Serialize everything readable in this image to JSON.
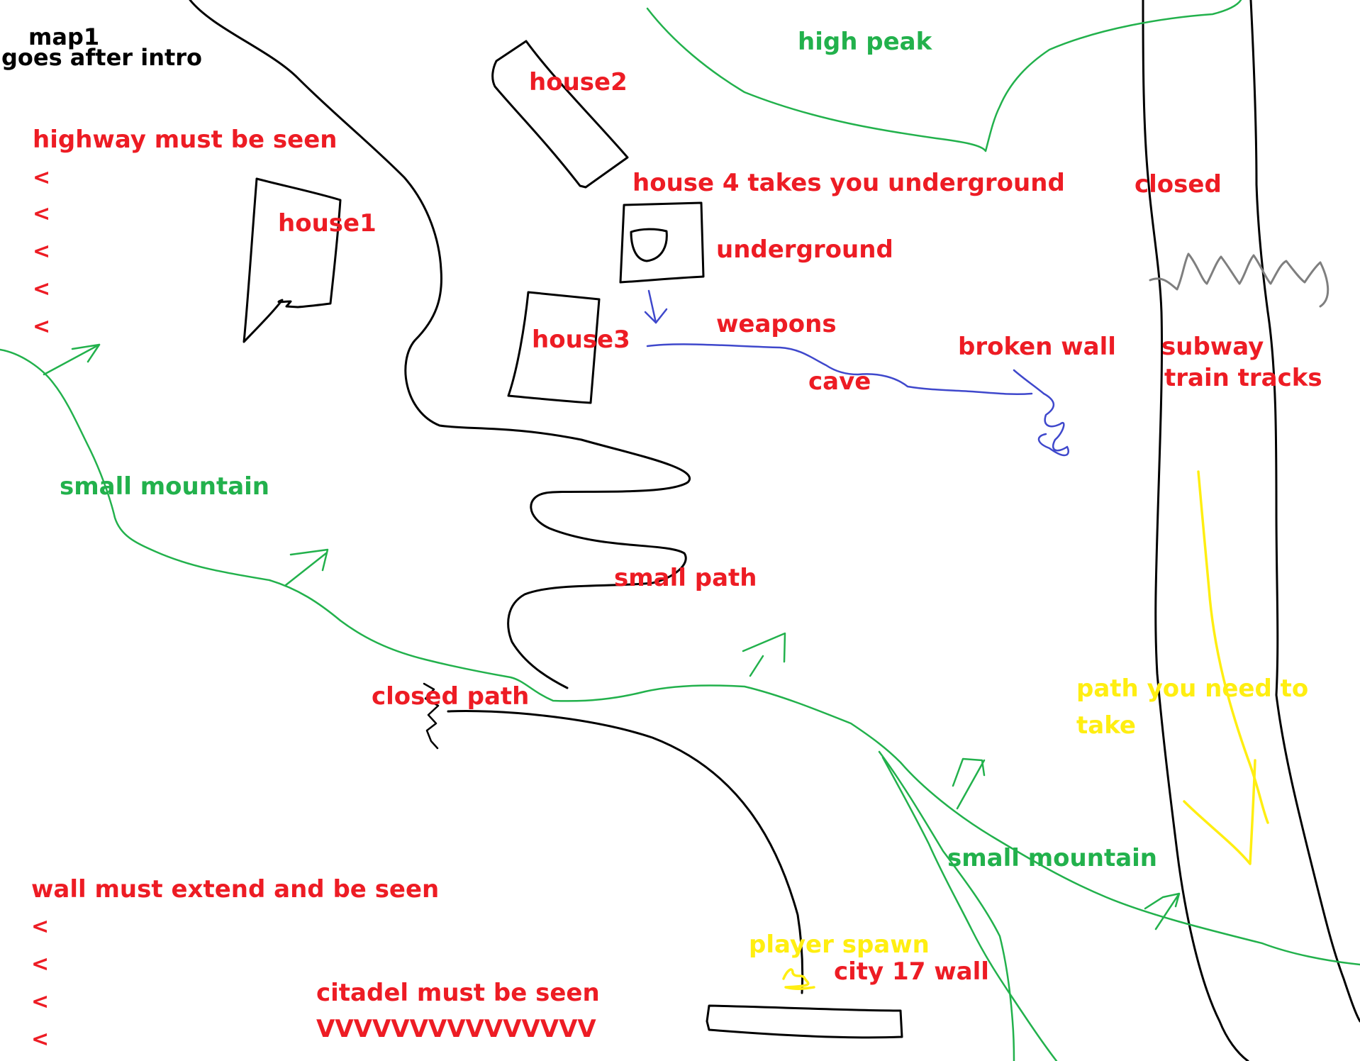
{
  "map_title": "map1",
  "map_subtitle": "goes after intro",
  "labels": {
    "highway": "highway must be seen",
    "house1": "house1",
    "house2": "house2",
    "house3": "house3",
    "house4": "house 4 takes you underground",
    "underground": "underground",
    "weapons": "weapons",
    "cave": "cave",
    "broken_wall": "broken wall",
    "closed": "closed",
    "subway": "subway",
    "train_tracks": "train tracks",
    "high_peak": "high peak",
    "small_mountain_1": "small mountain",
    "small_mountain_2": "small mountain",
    "small_path": "small path",
    "closed_path": "closed path",
    "path_you_need_1": "path you need to",
    "path_you_need_2": "take",
    "wall_extend": "wall must extend and be seen",
    "citadel": "citadel must be seen",
    "citadel_marks": "VVVVVVVVVVVVVVV",
    "player_spawn": "player spawn",
    "city17_wall": "city 17 wall"
  },
  "arrow_glyph": "<",
  "colors": {
    "red_text": "#ed1c24",
    "green": "#22b14c",
    "yellow": "#ffee11",
    "blue": "#3f48cc",
    "gray": "#7f7f7f",
    "black": "#000000"
  }
}
